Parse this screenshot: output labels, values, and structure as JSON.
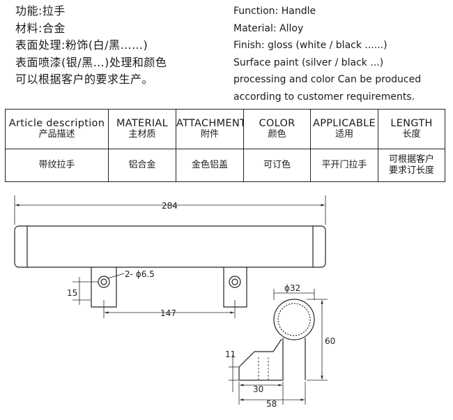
{
  "cn_lines": [
    "功能:拉手",
    "材料:合金",
    "表面处理:粉饰(白/黑……)",
    "表面喷漆(银/黑…)处理和颜色",
    "可以根据客户的要求生产。"
  ],
  "en_lines": [
    "Function: Handle",
    "Material: Alloy",
    "Finish: gloss (white / black ......)",
    "Surface paint (silver / black ...)",
    "processing and color Can be produced",
    "according to customer requirements."
  ],
  "table": {
    "headers": [
      {
        "en": "Article description",
        "zh": "产品描述"
      },
      {
        "en": "MATERIAL",
        "zh": "主材质"
      },
      {
        "en": "ATTACHMENT",
        "zh": "附件"
      },
      {
        "en": "COLOR",
        "zh": "颜色"
      },
      {
        "en": "APPLICABLE",
        "zh": "适用"
      },
      {
        "en": "LENGTH",
        "zh": "长度"
      }
    ],
    "row": [
      "带纹拉手",
      "铝合金",
      "金色铝盖",
      "可订色",
      "平开门拉手",
      "可根据客户",
      "要求订长度"
    ]
  },
  "drawing": {
    "dim_length": "284",
    "dim_hole": "2- ϕ6.5",
    "dim_offset": "15",
    "dim_spacing": "147",
    "dim_diameter": "ϕ32",
    "dim_height": "60",
    "dim_base_thick": "11",
    "dim_foot": "30",
    "dim_base_width": "58"
  },
  "colors": {
    "line": "#222222",
    "text": "#1a1a1a"
  }
}
